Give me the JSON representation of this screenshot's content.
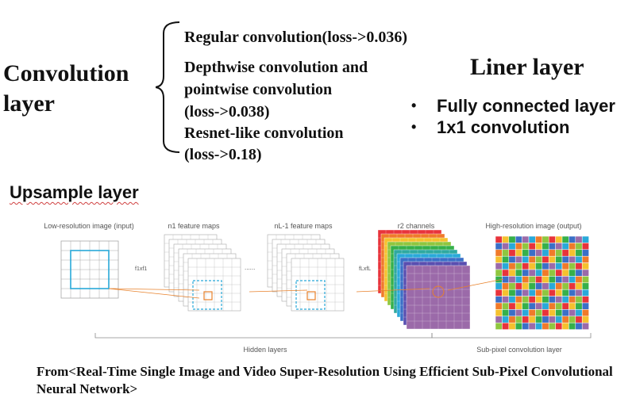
{
  "convolution": {
    "title_line1": "Convolution",
    "title_line2": "layer",
    "items": [
      "Regular convolution(loss->0.036)",
      "Depthwise convolution and",
      "pointwise convolution",
      "(loss->0.038)",
      "Resnet-like convolution",
      "(loss->0.18)"
    ]
  },
  "liner": {
    "title": "Liner layer",
    "bullets": [
      "Fully connected layer",
      "1x1 convolution"
    ]
  },
  "upsample": {
    "title": "Upsample layer"
  },
  "figure": {
    "labels": {
      "input": "Low-resolution image (input)",
      "maps1": "n1 feature maps",
      "maps2": "nL-1 feature maps",
      "channels": "r2 channels",
      "output": "High-resolution image (output)",
      "filter1": "f1xf1",
      "filter2": "fLxfL",
      "dots": "......",
      "hidden": "Hidden layers",
      "subpixel": "Sub-pixel convolution layer"
    },
    "colors": {
      "grid": "#a8a8a8",
      "focus": "#29a9d9",
      "kernel": "#e8812b",
      "channels": [
        "#e8333b",
        "#f07a2a",
        "#f5c12e",
        "#8fc63f",
        "#35b04a",
        "#2fa9a0",
        "#29a9d9",
        "#3b6fc7",
        "#5a4fb0",
        "#9b6aa9"
      ],
      "output_palette": [
        "#e8333b",
        "#f5c12e",
        "#35b04a",
        "#3b6fc7",
        "#9b6aa9",
        "#29a9d9",
        "#f07a2a",
        "#8fc63f"
      ]
    }
  },
  "source": {
    "text": "From<Real-Time Single Image and Video Super-Resolution Using Efficient Sub-Pixel Convolutional Neural Network>"
  }
}
